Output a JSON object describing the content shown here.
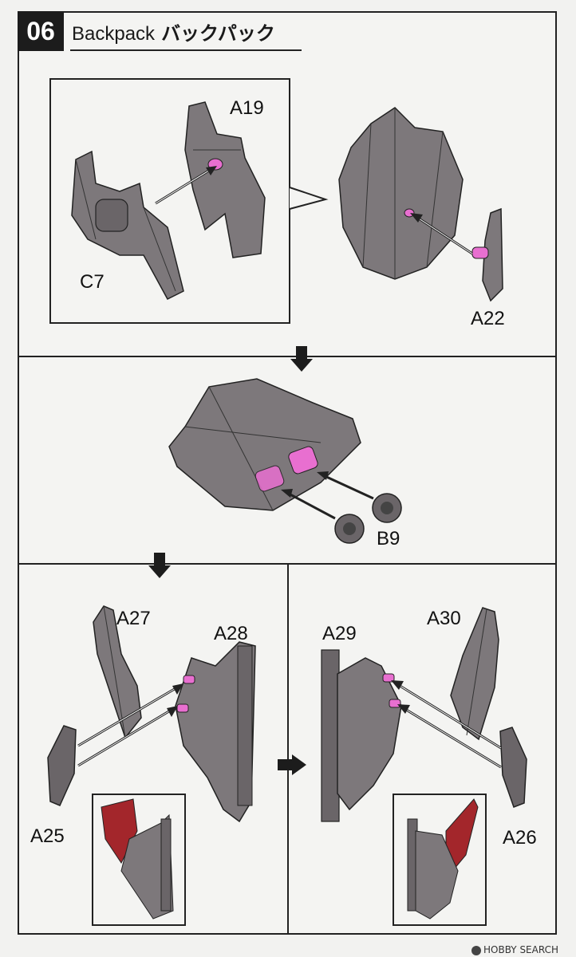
{
  "header": {
    "step_number": "06",
    "title_en": "Backpack",
    "title_jp": "バックパック"
  },
  "parts": {
    "a19": "A19",
    "c7": "C7",
    "a22": "A22",
    "b9": "B9",
    "a27": "A27",
    "a28": "A28",
    "a25": "A25",
    "a29": "A29",
    "a30": "A30",
    "a26": "A26"
  },
  "colors": {
    "part_gray": "#7d787b",
    "part_dark": "#3a3638",
    "highlight_pink": "#e86fd0",
    "inset_red": "#a3262b"
  },
  "icons": [
    "arrow-down-icon",
    "arrow-right-icon"
  ],
  "watermark": {
    "text": "HOBBY SEARCH"
  }
}
